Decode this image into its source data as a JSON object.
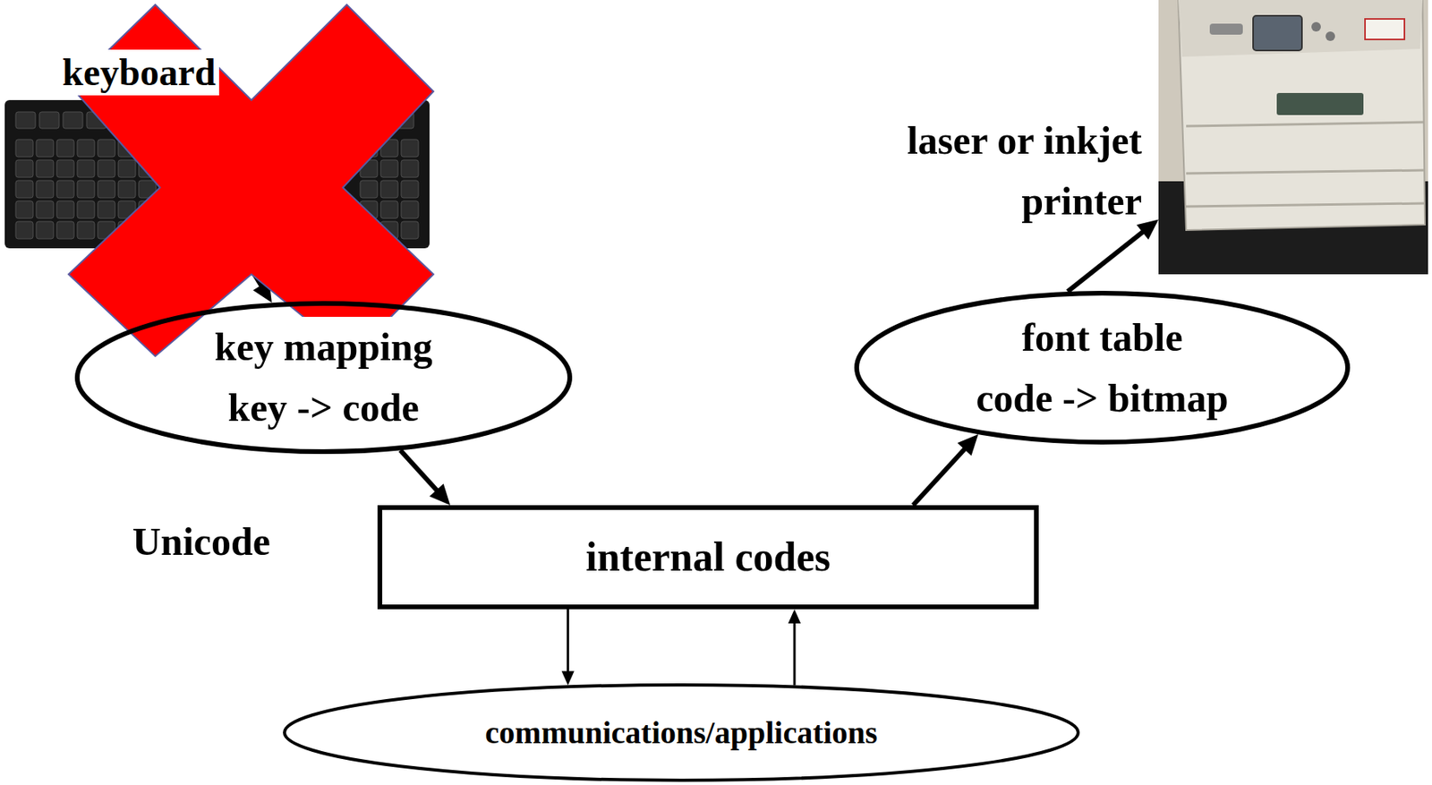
{
  "diagram": {
    "nodes": [
      {
        "text": [
          "keyboard"
        ]
      },
      {
        "text": [
          "laser or inkjet printer"
        ]
      },
      {
        "text": [
          "key mapping key -> code"
        ]
      },
      {
        "text": [
          "font table code -> bitmap"
        ]
      },
      {
        "text": [
          "internal codes"
        ]
      },
      {
        "text": [
          "communications/applications"
        ]
      }
    ],
    "edges": [
      {
        "from": 0,
        "to": 2,
        "arrow": "to"
      },
      {
        "from": 2,
        "to": 4,
        "arrow": "to"
      },
      {
        "from": 4,
        "to": 3,
        "arrow": "to"
      },
      {
        "from": 3,
        "to": 1,
        "arrow": "to"
      },
      {
        "from": 4,
        "to": 5,
        "arrow": "to"
      },
      {
        "from": 5,
        "to": 4,
        "arrow": "to"
      }
    ],
    "labels": [
      "Unicode"
    ]
  }
}
